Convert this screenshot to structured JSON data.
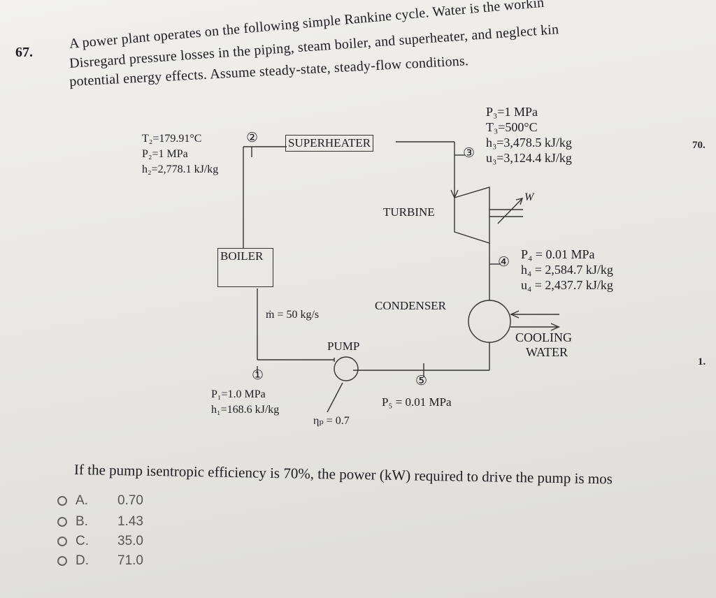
{
  "question": {
    "number": "67.",
    "stem_lines": [
      "A power plant operates on the following simple Rankine cycle. Water is the workin",
      "Disregard pressure losses in the piping, steam boiler, and superheater, and neglect kin",
      "potential energy effects. Assume steady-state, steady-flow conditions."
    ],
    "prompt": "If the pump isentropic efficiency is 70%, the power (kW) required to drive the pump is mos"
  },
  "side_numbers": [
    "70.",
    "1."
  ],
  "diagram": {
    "components": {
      "superheater": "SUPERHEATER",
      "turbine": "TURBINE",
      "boiler": "BOILER",
      "condenser": "CONDENSER",
      "pump": "PUMP",
      "cooling_water_1": "COOLING",
      "cooling_water_2": "WATER",
      "work": "W"
    },
    "state_markers": [
      "①",
      "②",
      "③",
      "④",
      "⑤"
    ],
    "state2": [
      "T₂=179.91°C",
      "P₂=1 MPa",
      "h₂=2,778.1 kJ/kg"
    ],
    "state3": [
      "P₃=1 MPa",
      "T₃=500°C",
      "h₃=3,478.5 kJ/kg",
      "u₃=3,124.4 kJ/kg"
    ],
    "state4": [
      "P₄ = 0.01 MPa",
      "h₄ = 2,584.7 kJ/kg",
      "u₄ = 2,437.7 kJ/kg"
    ],
    "state1": [
      "P₁=1.0 MPa",
      "h₁=168.6 kJ/kg"
    ],
    "state5": "P₅ = 0.01 MPa",
    "mass_flow": "ṁ = 50 kg/s",
    "pump_eff": "ηₚ = 0.7"
  },
  "options": [
    {
      "letter": "A.",
      "value": "0.70"
    },
    {
      "letter": "B.",
      "value": "1.43"
    },
    {
      "letter": "C.",
      "value": "35.0"
    },
    {
      "letter": "D.",
      "value": "71.0"
    }
  ]
}
